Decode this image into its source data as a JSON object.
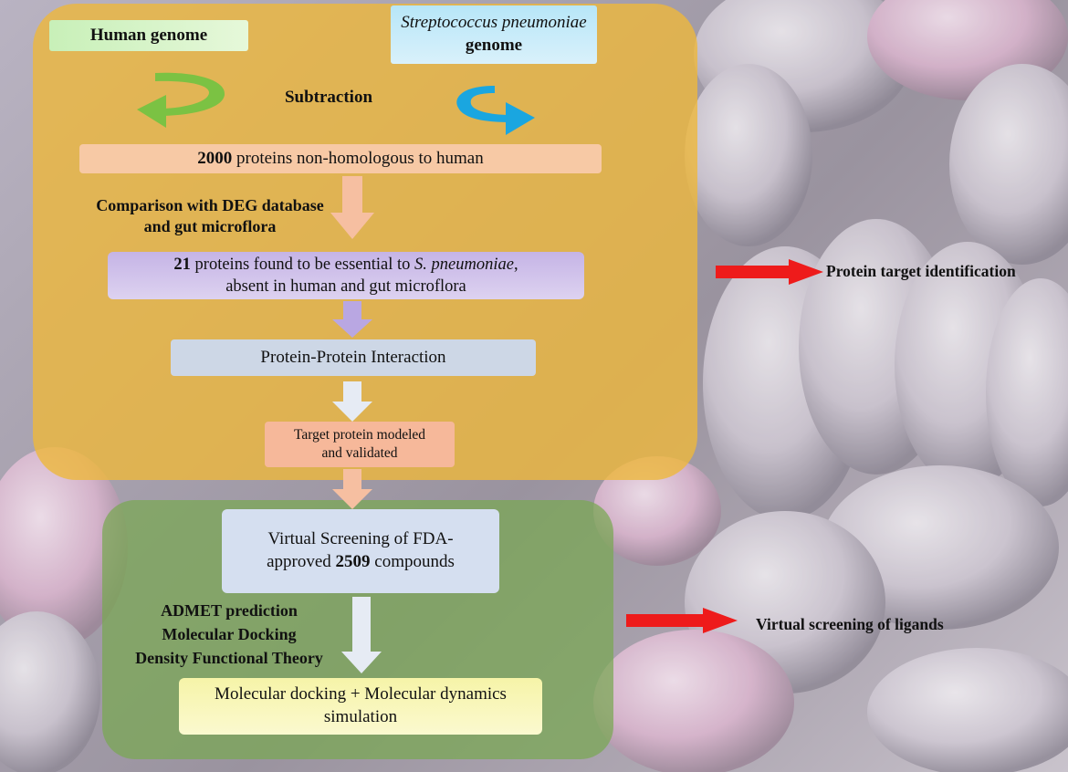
{
  "diagram": {
    "human_genome": "Human genome",
    "strep_genome_line1": "Streptococcus pneumoniae",
    "strep_genome_line2": "genome",
    "subtraction": "Subtraction",
    "step1": {
      "count": "2000",
      "text": " proteins non-homologous to human"
    },
    "comparison_label": "Comparison with DEG database and gut microflora",
    "step2": {
      "count": "21",
      "text_a": " proteins found to be essential to ",
      "species": "S. pneumoniae",
      "text_b": ",",
      "line2": "absent in human and gut microflora"
    },
    "step3": "Protein-Protein Interaction",
    "step4_line1": "Target protein modeled",
    "step4_line2": "and validated",
    "step5": {
      "line1": "Virtual Screening of  FDA-",
      "line2_a": "approved ",
      "count": "2509",
      "line2_b": " compounds"
    },
    "methods": [
      "ADMET prediction",
      "Molecular Docking",
      "Density Functional Theory"
    ],
    "step6_line1": "Molecular docking + Molecular dynamics",
    "step6_line2": "simulation",
    "stage1_label": "Protein target identification",
    "stage2_label": "Virtual screening of ligands"
  },
  "colors": {
    "top_panel": "#eeb83c",
    "bottom_panel": "#78a852",
    "red_arrow": "#ee1b1b",
    "green_arrow": "#7bc243",
    "blue_arrow": "#1aa6e0"
  }
}
